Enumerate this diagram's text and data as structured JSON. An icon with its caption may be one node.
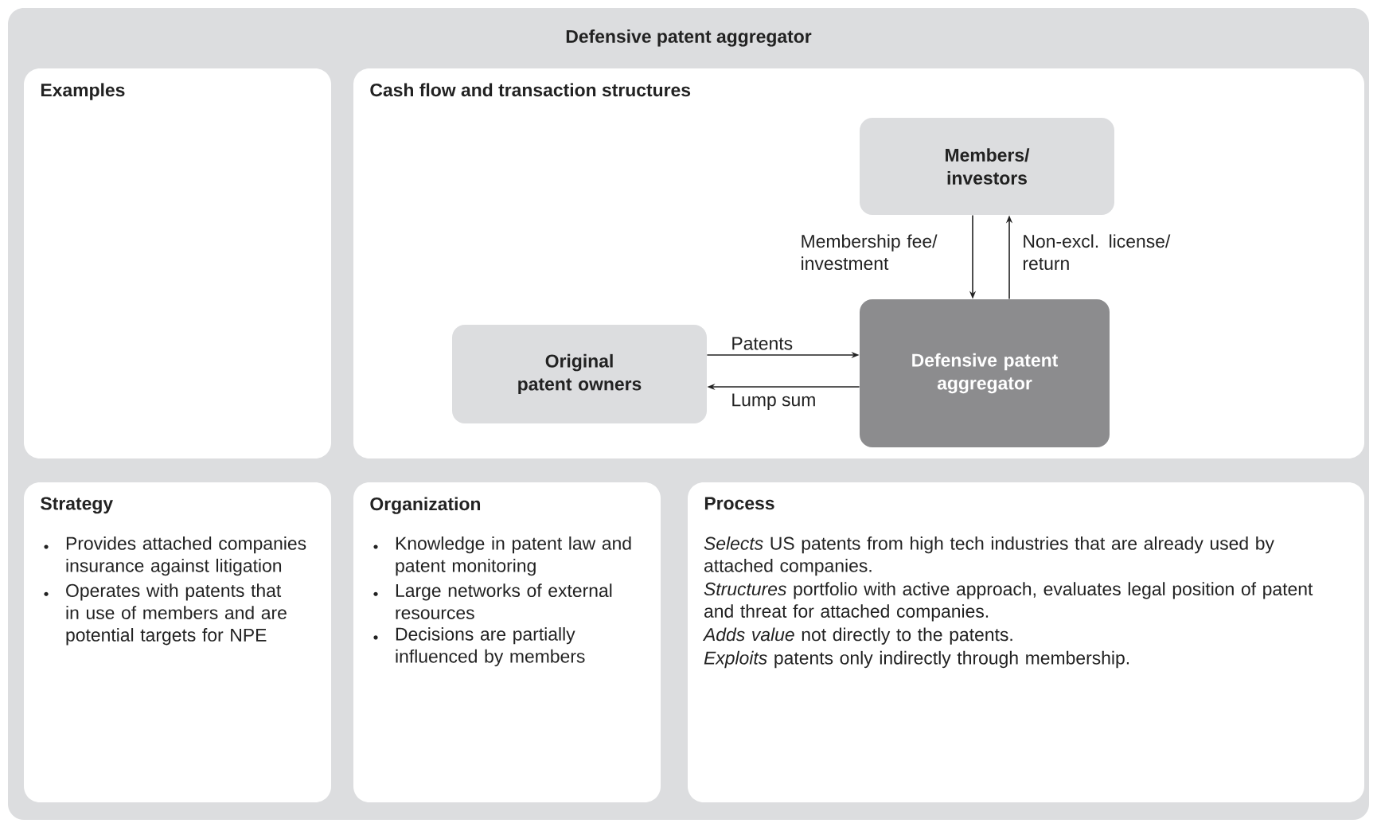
{
  "diagram": {
    "nodes": [
      {
        "text": [
          "Defensive patent aggregator"
        ]
      },
      {
        "text": [
          "Examples"
        ],
        "in": 0
      },
      {
        "text": [
          "Cash flow and transaction structures"
        ],
        "in": 0
      },
      {
        "text": [
          "Members/ investors"
        ],
        "in": 2
      },
      {
        "text": [
          "Original patent owners"
        ],
        "in": 2
      },
      {
        "text": [
          "Defensive patent aggregator"
        ],
        "in": 2
      },
      {
        "text": [
          "Strategy",
          "Provides attached companies insurance against litigation",
          "Operates with patents that in use of members and are potential targets for NPE"
        ],
        "in": 0
      },
      {
        "text": [
          "Organization",
          "Knowledge in patent law and patent monitoring",
          "Large networks of external resources",
          "Decisions are partially influenced by members"
        ],
        "in": 0
      },
      {
        "text": [
          "Process",
          "*Selects* US patents from high tech industries that are already used by attached companies.",
          "*Structures* portfolio with active approach, evaluates legal position of patent and threat for attached companies.",
          "*Adds value* not directly to the patents.",
          "*Exploits* patents only indirectly through membership."
        ],
        "in": 0
      }
    ],
    "edges": [
      {
        "from": 3,
        "to": 5,
        "arrow": "to",
        "label": "Membership fee/ investment"
      },
      {
        "from": 5,
        "to": 3,
        "arrow": "to",
        "label": "Non-excl. license/ return"
      },
      {
        "from": 4,
        "to": 5,
        "arrow": "to",
        "label": "Patents"
      },
      {
        "from": 5,
        "to": 4,
        "arrow": "to",
        "label": "Lump sum"
      }
    ]
  }
}
